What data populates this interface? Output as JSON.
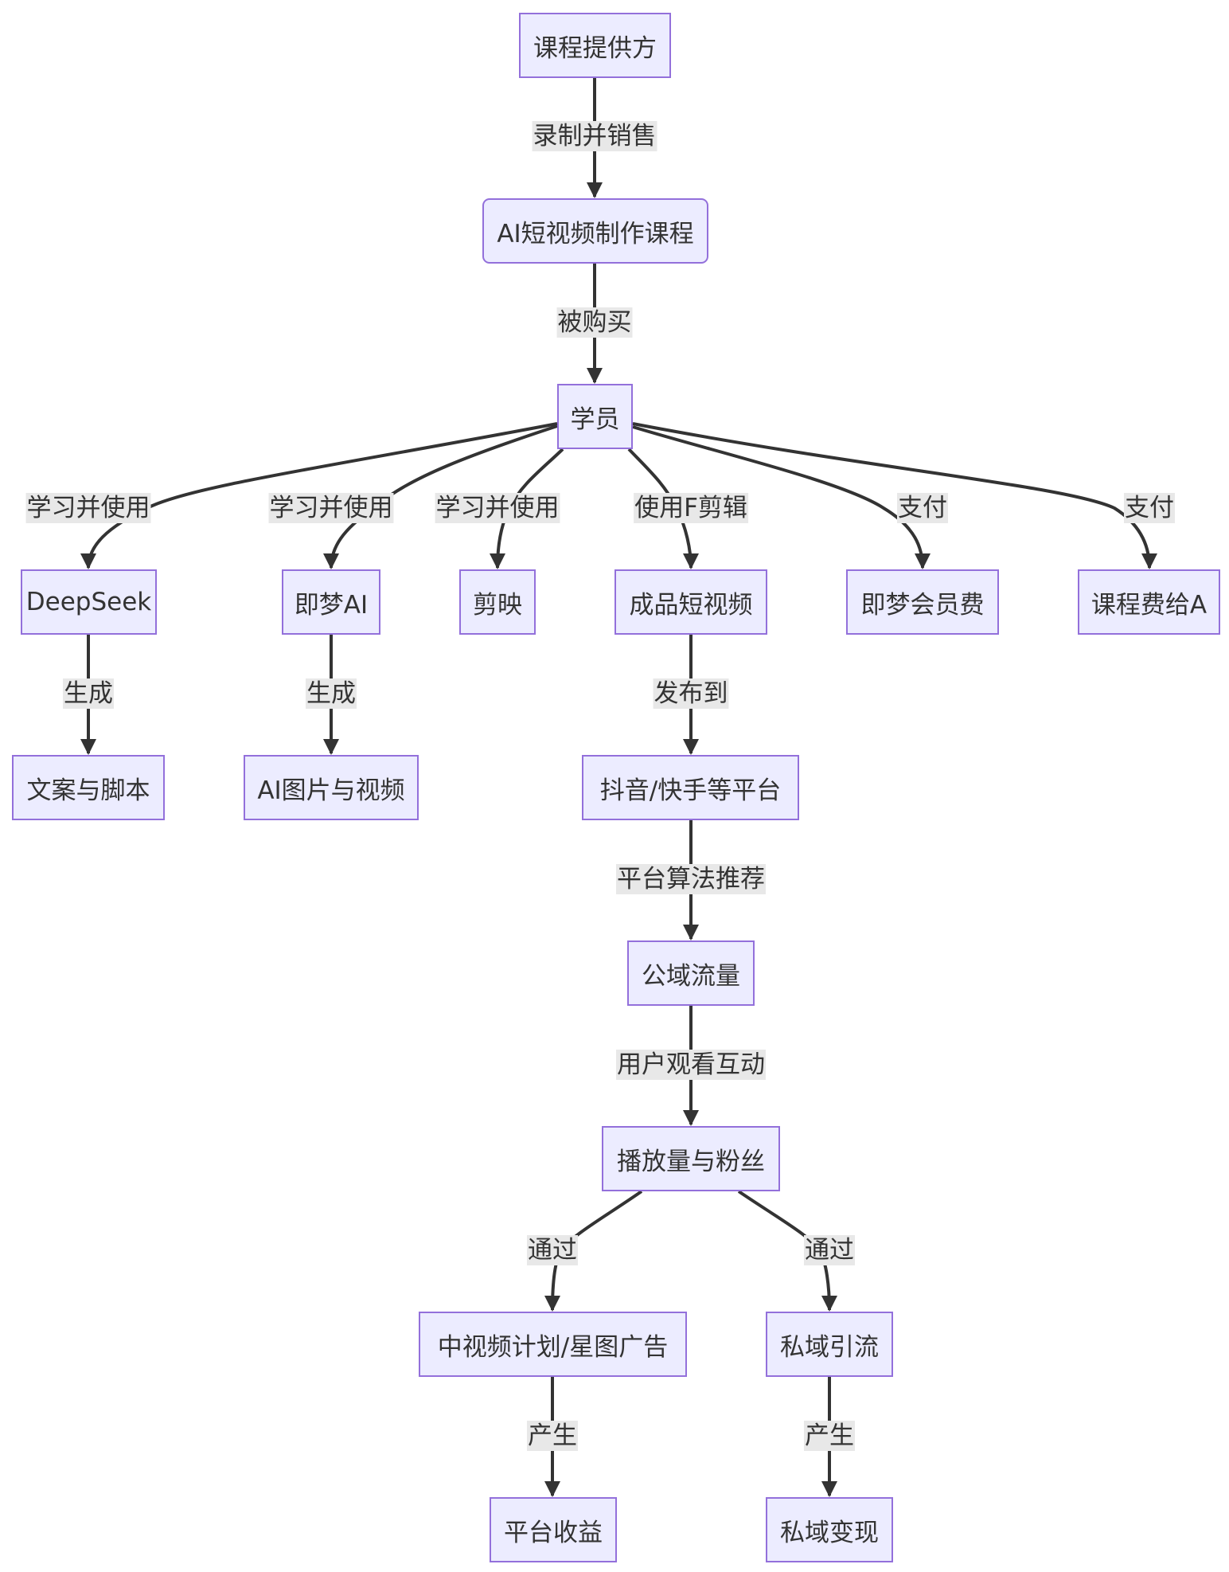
{
  "diagram": {
    "nodes": [
      {
        "id": "provider",
        "label": "课程提供方"
      },
      {
        "id": "course",
        "label": "AI短视频制作课程"
      },
      {
        "id": "student",
        "label": "学员"
      },
      {
        "id": "deepseek",
        "label": "DeepSeek"
      },
      {
        "id": "jimeng",
        "label": "即梦AI"
      },
      {
        "id": "jianying",
        "label": "剪映"
      },
      {
        "id": "video",
        "label": "成品短视频"
      },
      {
        "id": "jimeng_fee",
        "label": "即梦会员费"
      },
      {
        "id": "course_fee",
        "label": "课程费给A"
      },
      {
        "id": "script",
        "label": "文案与脚本"
      },
      {
        "id": "ai_media",
        "label": "AI图片与视频"
      },
      {
        "id": "platforms",
        "label": "抖音/快手等平台"
      },
      {
        "id": "traffic",
        "label": "公域流量"
      },
      {
        "id": "fans",
        "label": "播放量与粉丝"
      },
      {
        "id": "ads",
        "label": "中视频计划/星图广告"
      },
      {
        "id": "private",
        "label": "私域引流"
      },
      {
        "id": "revenue",
        "label": "平台收益"
      },
      {
        "id": "monetize",
        "label": "私域变现"
      }
    ],
    "edges": [
      {
        "from": "provider",
        "to": "course",
        "label": "录制并销售"
      },
      {
        "from": "course",
        "to": "student",
        "label": "被购买"
      },
      {
        "from": "student",
        "to": "deepseek",
        "label": "学习并使用"
      },
      {
        "from": "student",
        "to": "jimeng",
        "label": "学习并使用"
      },
      {
        "from": "student",
        "to": "jianying",
        "label": "学习并使用"
      },
      {
        "from": "student",
        "to": "video",
        "label": "使用F剪辑"
      },
      {
        "from": "student",
        "to": "jimeng_fee",
        "label": "支付"
      },
      {
        "from": "student",
        "to": "course_fee",
        "label": "支付"
      },
      {
        "from": "deepseek",
        "to": "script",
        "label": "生成"
      },
      {
        "from": "jimeng",
        "to": "ai_media",
        "label": "生成"
      },
      {
        "from": "video",
        "to": "platforms",
        "label": "发布到"
      },
      {
        "from": "platforms",
        "to": "traffic",
        "label": "平台算法推荐"
      },
      {
        "from": "traffic",
        "to": "fans",
        "label": "用户观看互动"
      },
      {
        "from": "fans",
        "to": "ads",
        "label": "通过"
      },
      {
        "from": "fans",
        "to": "private",
        "label": "通过"
      },
      {
        "from": "ads",
        "to": "revenue",
        "label": "产生"
      },
      {
        "from": "private",
        "to": "monetize",
        "label": "产生"
      }
    ]
  }
}
